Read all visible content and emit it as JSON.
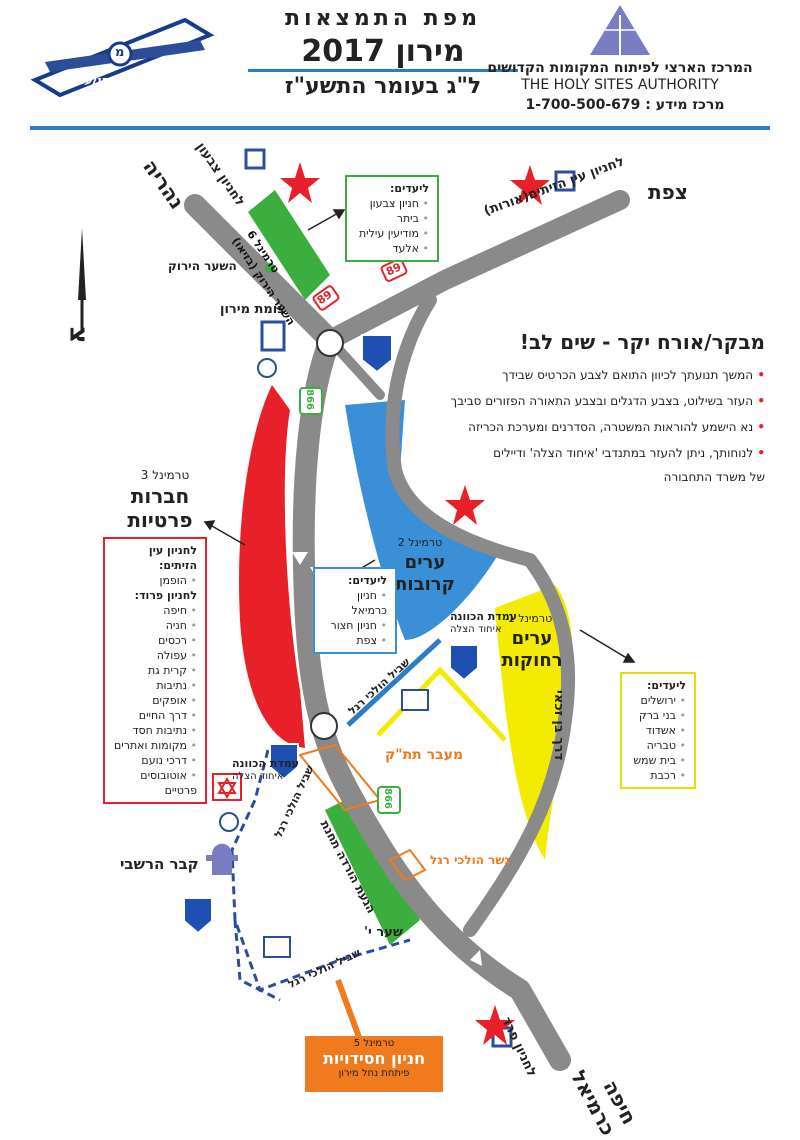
{
  "header": {
    "map_title": "מפת התמצאות",
    "event_title": "מירון 2017",
    "event_date": "ל\"ג בעומר התשע\"ז",
    "authority_hebrew": "המרכז הארצי לפיתוח המקומות הקדושים",
    "authority_english": "THE HOLY SITES AUTHORITY",
    "info_center": "מרכז מידע : 1-700-500-679",
    "logo_text": "תנועה",
    "logo_letter": "מ"
  },
  "compass": {
    "north": "צ"
  },
  "destinations": {
    "nahariya": "נהריה",
    "to_parking_tzivon": "לחניון צבעון",
    "safed": "צפת",
    "to_parking_ein_hazeitim": "לחניון עין הזיתים(אורות)",
    "haifa_karmiel": "חיפה כרמיאל",
    "to_parking_pardes": "לחניון פרד"
  },
  "roads": {
    "r89_a": "89",
    "r89_b": "89",
    "r866_a": "866",
    "r866_b": "866"
  },
  "places": {
    "green_gate": "השער הירוק",
    "meron_junction": "צומת מירון",
    "rashbi_tomb": "קבר הרשבי",
    "gate_y": "שער י'",
    "underpass": "מעבר תת\"ק",
    "footbridge": "גשר הולכי רגל",
    "ben_zakai_road": "דרך בן זכאי",
    "guidance_station_1_title": "עמדת הכוונה",
    "guidance_station_1_sub": "איחוד הצלה",
    "guidance_station_2_title": "עמדת הכוונה",
    "guidance_station_2_sub": "איחוד הצלה",
    "foot_path_1": "שביל הולכי רגל",
    "foot_path_2": "שביל הולכי רגל",
    "foot_path_3": "שביל הולכי רגל"
  },
  "terminals": {
    "t6": {
      "number": "טרמינל 6",
      "name": "השער הירוק (בזיאו)"
    },
    "t3": {
      "number": "טרמינל 3",
      "name": "חברות פרטיות"
    },
    "t2": {
      "number": "טרמינל 2",
      "name": "ערים קרובות"
    },
    "t1": {
      "number": "טרמינל 1",
      "name": "ערים רחוקות"
    },
    "t4": {
      "name": "הגעת הורדה תחנת"
    },
    "t5": {
      "number": "טרמינל 5",
      "name": "חניון חסידויות",
      "sub": "פיתחת נחל מירון"
    }
  },
  "boxes": {
    "t6_dest": {
      "title": "ליעדים:",
      "items": [
        "חניון צבעון",
        "ביתר",
        "מודיעין עילית",
        "אלעד"
      ]
    },
    "t2_dest": {
      "title": "ליעדים:",
      "items": [
        "חניון כרמיאל",
        "חניון חצור",
        "צפת"
      ]
    },
    "t1_dest": {
      "title": "ליעדים:",
      "items": [
        "ירושלים",
        "בני ברק",
        "אשדוד",
        "טבריה",
        "בית שמש",
        "רכבת"
      ]
    },
    "t3_dest": {
      "title_a": "לחניון עין הזיתים:",
      "items_a": [
        "הופמן"
      ],
      "title_b": "לחניון פרוד:",
      "items_b": [
        "חיפה",
        "חניה",
        "רכסים",
        "עפולה",
        "קרית גת",
        "נתיבות",
        "אופקים",
        "דרך החיים",
        "נתיבות חסד",
        "מקומות ואתרים",
        "דרכי נועם",
        "אוטובוסים פרטיים"
      ]
    }
  },
  "notice": {
    "title": "מבקר/אורח יקר - שים לב!",
    "items": [
      "המשך תנועתך לכיוון התואם לצבע הכרטיס שבידך",
      "העזר בשילוט, בצבע הדגלים ובצבע התאורה הפזורים סביבך",
      "נא הישמע להוראות המשטרה, הסדרנים ומערכת הכריזה",
      "לנוחותך, ניתן להעזר במתנדבי 'איחוד הצלה' ודיילים"
    ],
    "footer": "של משרד התחבורה"
  },
  "colors": {
    "road": "#8a8a8a",
    "green": "#3bae3f",
    "red": "#e8202a",
    "blue": "#3a8fd6",
    "yellow": "#f4ec00",
    "orange": "#f07a1e",
    "navy": "#2d4d9a",
    "header_line": "#2a7fc4"
  }
}
